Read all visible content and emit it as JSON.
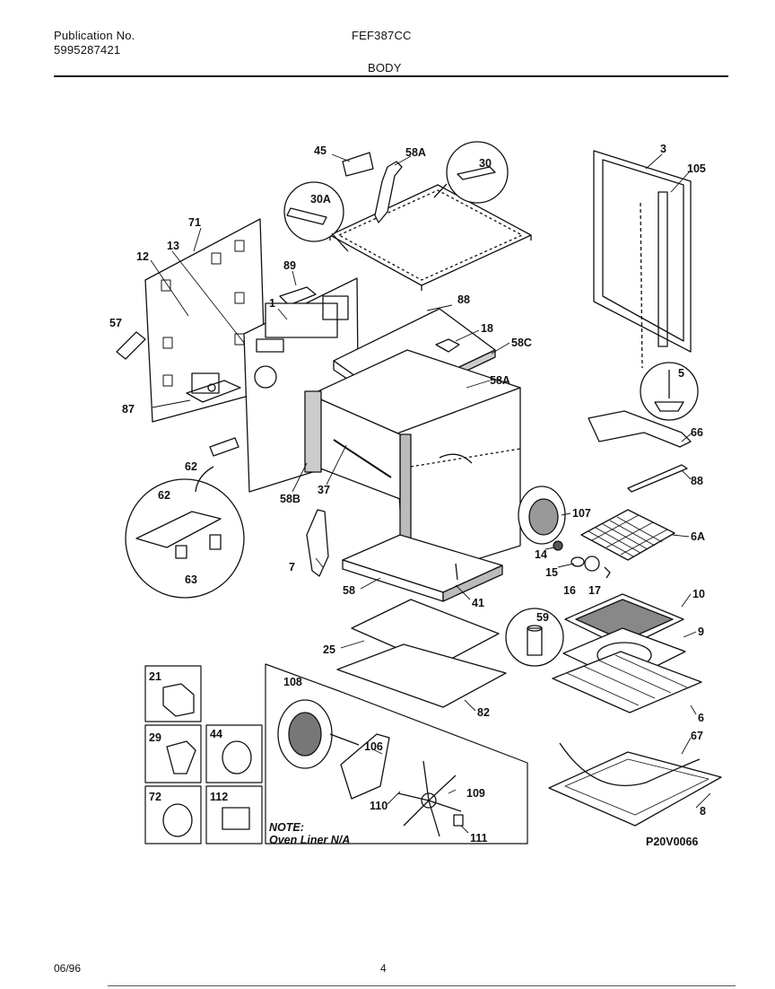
{
  "header": {
    "publication_label": "Publication No.",
    "publication_number": "5995287421",
    "model": "FEF387CC",
    "section": "BODY"
  },
  "parts": {
    "p45": "45",
    "p58A_top": "58A",
    "p30": "30",
    "p30A": "30A",
    "p3": "3",
    "p105": "105",
    "p71": "71",
    "p13": "13",
    "p12": "12",
    "p89": "89",
    "p1": "1",
    "p88_top": "88",
    "p57": "57",
    "p18": "18",
    "p58C": "58C",
    "p58A_mid": "58A",
    "p5": "5",
    "p87": "87",
    "p66": "66",
    "p88_right": "88",
    "p62_small": "62",
    "p62_circle": "62",
    "p58B": "58B",
    "p37": "37",
    "p107": "107",
    "p6A": "6A",
    "p14": "14",
    "p15": "15",
    "p16": "16",
    "p17": "17",
    "p7": "7",
    "p63": "63",
    "p58_low": "58",
    "p41": "41",
    "p10": "10",
    "p59": "59",
    "p25": "25",
    "p9": "9",
    "p82": "82",
    "p6": "6",
    "p21": "21",
    "p108": "108",
    "p29": "29",
    "p44": "44",
    "p106": "106",
    "p67": "67",
    "p110": "110",
    "p109": "109",
    "p72": "72",
    "p112": "112",
    "p111": "111",
    "p8": "8"
  },
  "note_title": "NOTE:",
  "note_text": "Oven Liner N/A",
  "diagram_code": "P20V0066",
  "footer": {
    "date": "06/96",
    "page": "4"
  }
}
